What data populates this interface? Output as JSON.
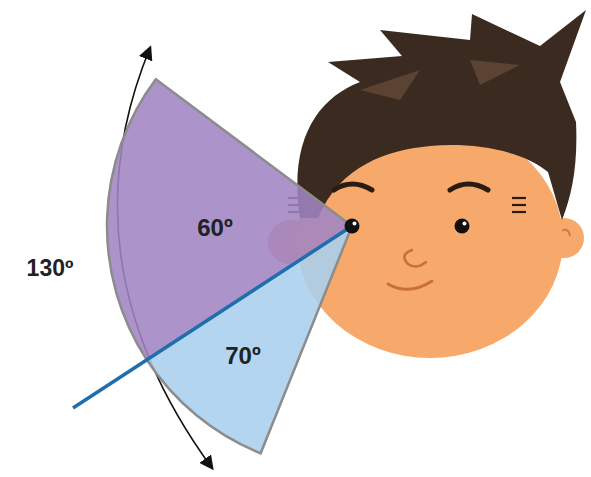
{
  "diagram": {
    "nodes": [
      {
        "text": [
          "60º"
        ]
      },
      {
        "text": [
          "70º"
        ]
      }
    ],
    "labels": [
      "130º"
    ]
  }
}
